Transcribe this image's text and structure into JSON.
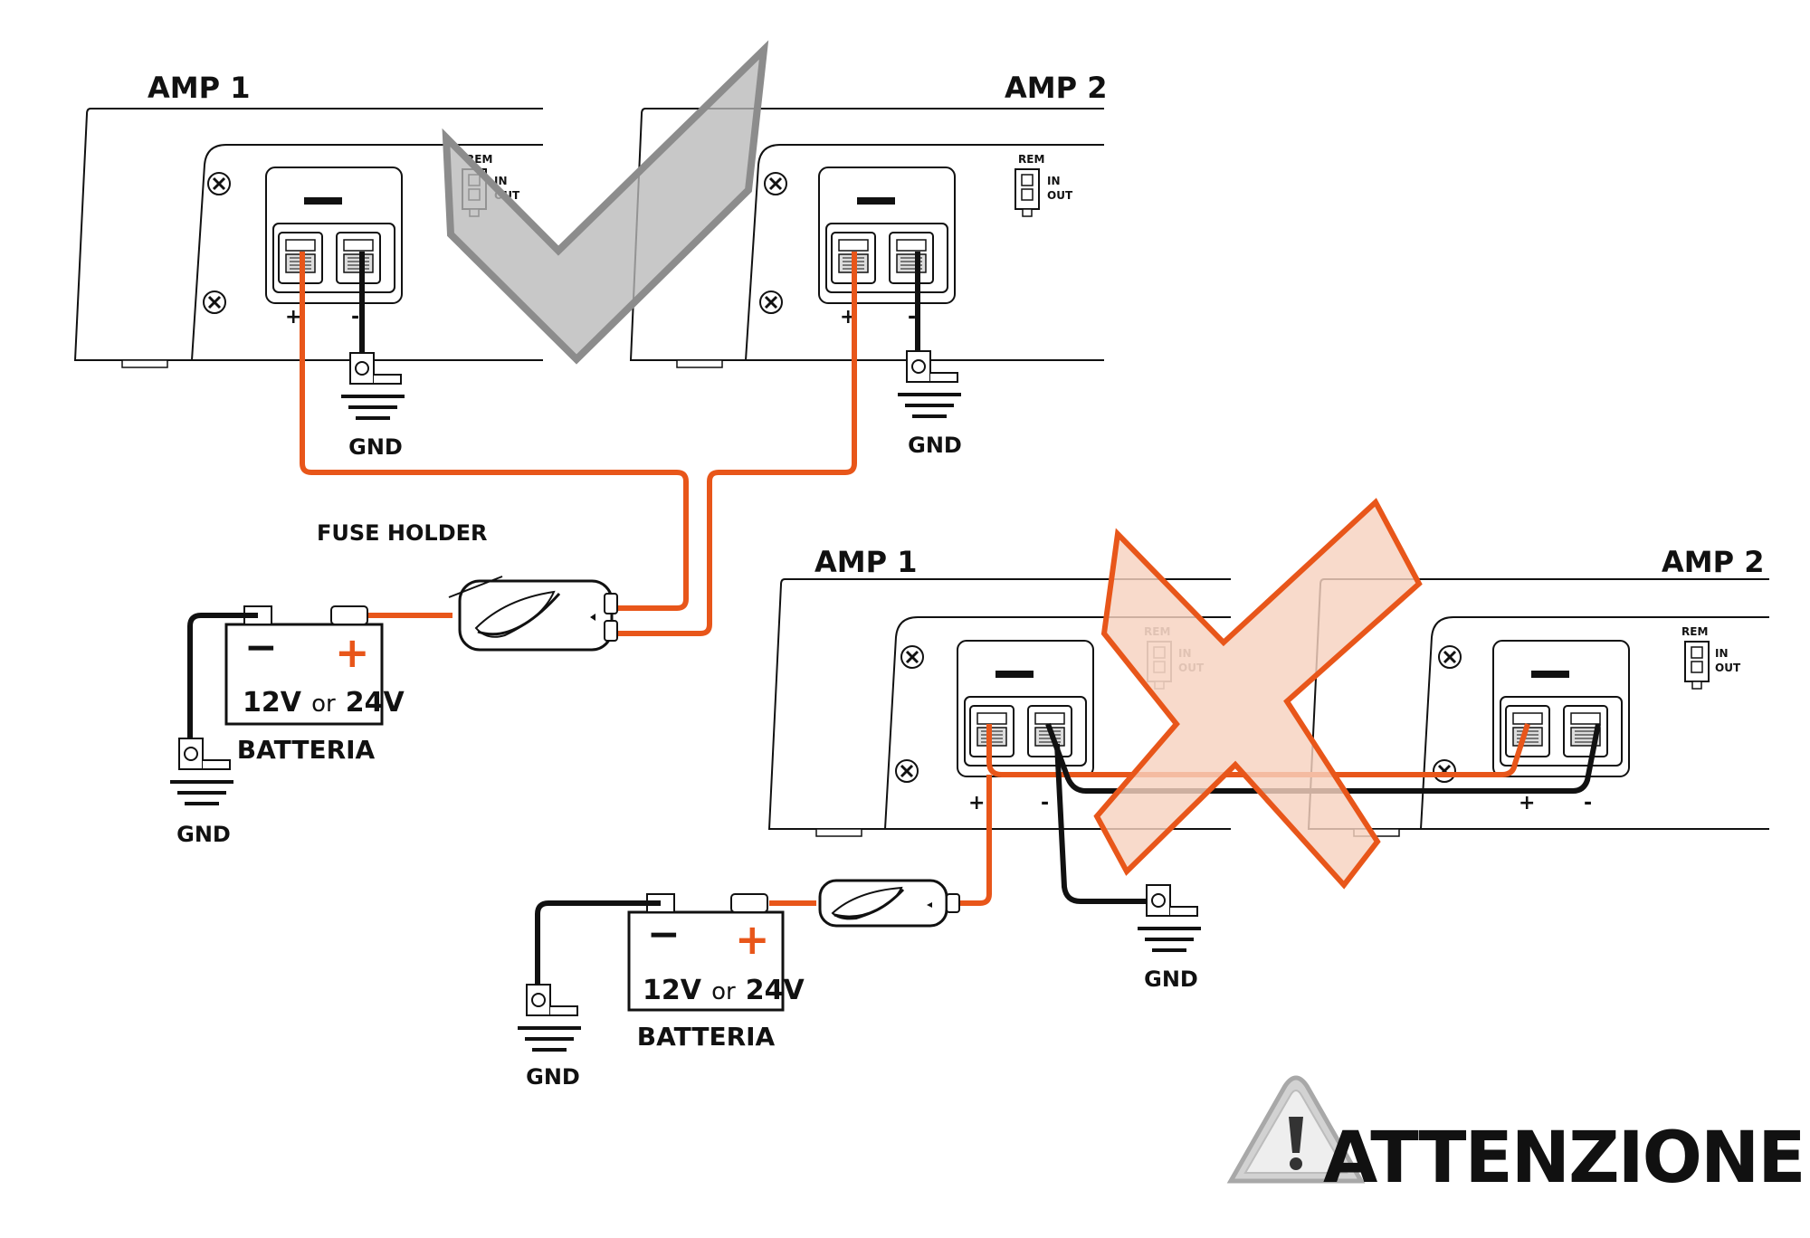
{
  "colors": {
    "positive_wire": "#e8561a",
    "ground_wire": "#111111",
    "correct_mark": "#b8b8b8",
    "wrong_mark_fill": "#f6d2bf",
    "wrong_mark_stroke": "#e8561a"
  },
  "correct_diagram": {
    "amp1_title": "AMP 1",
    "amp2_title": "AMP 2",
    "rem_label": "REM",
    "in_label": "IN",
    "out_label": "OUT",
    "minus_sign": "−",
    "plus_terminal": "+",
    "minus_terminal": "-",
    "amp1_gnd": "GND",
    "amp2_gnd": "GND",
    "fuse_holder_label": "FUSE HOLDER",
    "battery_plus": "+",
    "battery_minus": "−",
    "battery_voltage_a": "12V",
    "battery_voltage_or": "or",
    "battery_voltage_b": "24V",
    "battery_label": "BATTERIA",
    "battery_gnd": "GND"
  },
  "wrong_diagram": {
    "amp1_title": "AMP 1",
    "amp2_title": "AMP 2",
    "rem_label": "REM",
    "in_label": "IN",
    "out_label": "OUT",
    "minus_sign": "−",
    "plus_terminal": "+",
    "minus_terminal": "-",
    "amp_gnd": "GND",
    "battery_plus": "+",
    "battery_minus": "−",
    "battery_voltage_a": "12V",
    "battery_voltage_or": "or",
    "battery_voltage_b": "24V",
    "battery_label": "BATTERIA",
    "battery_gnd": "GND"
  },
  "warning": {
    "icon": "warning-triangle-icon",
    "text": "ATTENZIONE"
  }
}
